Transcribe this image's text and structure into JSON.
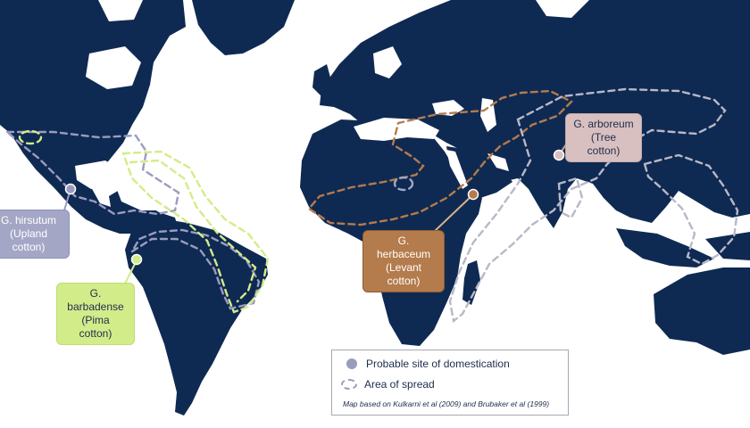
{
  "labels": {
    "hirsutum": {
      "species": "G. hirsutum",
      "common": "(Upland cotton)",
      "color": "#a4a6c6"
    },
    "barbadense": {
      "species": "G. barbadense",
      "common": "(Pima cotton)",
      "color": "#d3ec8a"
    },
    "herbaceum": {
      "species": "G. herbaceum",
      "common": "(Levant cotton)",
      "color": "#b47b4c"
    },
    "arboreum": {
      "species": "G. arboreum",
      "common": "(Tree cotton)",
      "color": "#d9c0c0"
    }
  },
  "legend": {
    "domestication": "Probable site of domestication",
    "spread": "Area of spread",
    "credit": "Map based on  Kulkarni et al (2009) and Brubaker et al (1999)"
  },
  "colors": {
    "land": "#0f2a52",
    "ocean": "#ffffff",
    "hirsutum_route": "#9a9cbf",
    "barbadense_route": "#d3ec8a",
    "herbaceum_route": "#b47b4c",
    "arboreum_route": "#b8b8c8"
  }
}
